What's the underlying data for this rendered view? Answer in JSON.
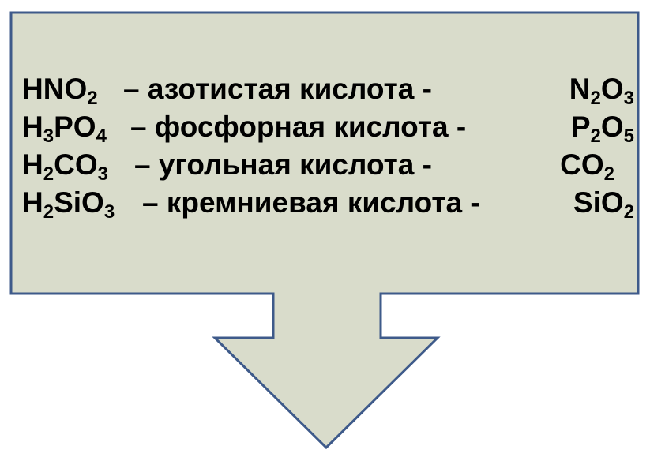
{
  "colors": {
    "fill": "#D9DCCB",
    "stroke": "#3E5A8A",
    "text": "#000000"
  },
  "reactions": [
    {
      "formula": [
        [
          "HNO",
          ""
        ],
        [
          "",
          "2"
        ]
      ],
      "name": "– азотистая кислота -",
      "oxide": [
        [
          "N",
          ""
        ],
        [
          "",
          "2"
        ],
        [
          "O",
          ""
        ],
        [
          "",
          "3"
        ]
      ]
    },
    {
      "formula": [
        [
          "H",
          ""
        ],
        [
          "",
          "3"
        ],
        [
          "PO",
          ""
        ],
        [
          "",
          "4"
        ]
      ],
      "name": "– фосфорная кислота -",
      "oxide": [
        [
          "P",
          ""
        ],
        [
          "",
          "2"
        ],
        [
          "O",
          ""
        ],
        [
          "",
          "5"
        ]
      ]
    },
    {
      "formula": [
        [
          "H",
          ""
        ],
        [
          "",
          "2"
        ],
        [
          "CO",
          ""
        ],
        [
          "",
          "3"
        ]
      ],
      "name": "–  угольная кислота -",
      "oxide": [
        [
          "CO",
          ""
        ],
        [
          "",
          "2"
        ]
      ]
    },
    {
      "formula": [
        [
          "H",
          ""
        ],
        [
          "",
          "2"
        ],
        [
          "SiO",
          ""
        ],
        [
          "",
          "3"
        ]
      ],
      "name": "– кремниевая кислота -",
      "oxide": [
        [
          "SiO",
          ""
        ],
        [
          "",
          "2"
        ]
      ]
    }
  ]
}
